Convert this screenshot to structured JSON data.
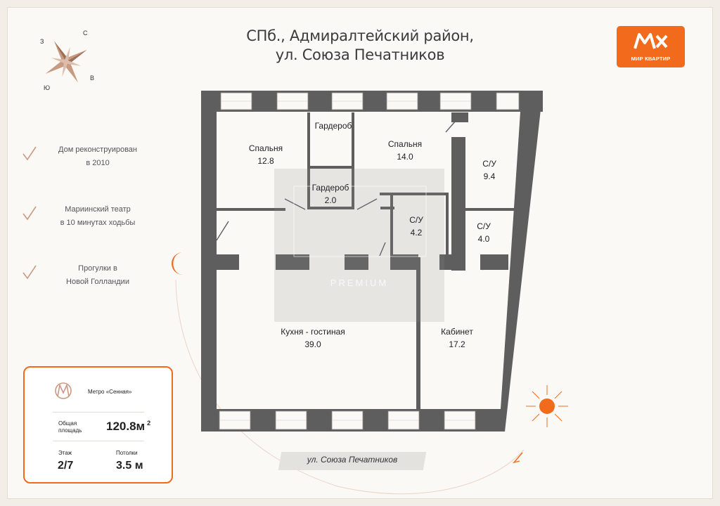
{
  "title": {
    "line1": "СПб., Адмиралтейский район,",
    "line2": "ул. Союза Печатников"
  },
  "logo": {
    "text": "МИР КВАРТИР",
    "color": "#f26a1b"
  },
  "compass": {
    "north": "С",
    "west": "З",
    "east": "В",
    "south": "Ю"
  },
  "features": [
    {
      "line1": "Дом реконструирован",
      "line2": "в 2010"
    },
    {
      "line1": "Мариинский театр",
      "line2": "в 10 минутах ходьбы"
    },
    {
      "line1": "Прогулки в",
      "line2": "Новой Голландии"
    }
  ],
  "rooms": {
    "bedroom1": {
      "name": "Спальня",
      "area": "12.8"
    },
    "wardrobe1": {
      "name": "Гардероб"
    },
    "bedroom2": {
      "name": "Спальня",
      "area": "14.0"
    },
    "wardrobe2": {
      "name": "Гардероб",
      "area": "2.0"
    },
    "bath1": {
      "name": "С/У",
      "area": "9.4"
    },
    "bath2": {
      "name": "С/У",
      "area": "4.2"
    },
    "bath3": {
      "name": "С/У",
      "area": "4.0"
    },
    "living": {
      "name": "Кухня - гостиная",
      "area": "39.0"
    },
    "study": {
      "name": "Кабинет",
      "area": "17.2"
    }
  },
  "watermark": {
    "label": "PREMIUM"
  },
  "street": {
    "label": "ул. Союза Печатников"
  },
  "card": {
    "metro": "Метро «Сенная»",
    "area_label_1": "Общая",
    "area_label_2": "площадь",
    "area_value": "120.8м",
    "area_sup": "2",
    "floor_label": "Этаж",
    "floor_value": "2/7",
    "ceiling_label": "Потолки",
    "ceiling_value": "3.5 м"
  },
  "colors": {
    "wall": "#5e5e5e",
    "accent": "#f26a1b",
    "line": "#c99a82"
  }
}
